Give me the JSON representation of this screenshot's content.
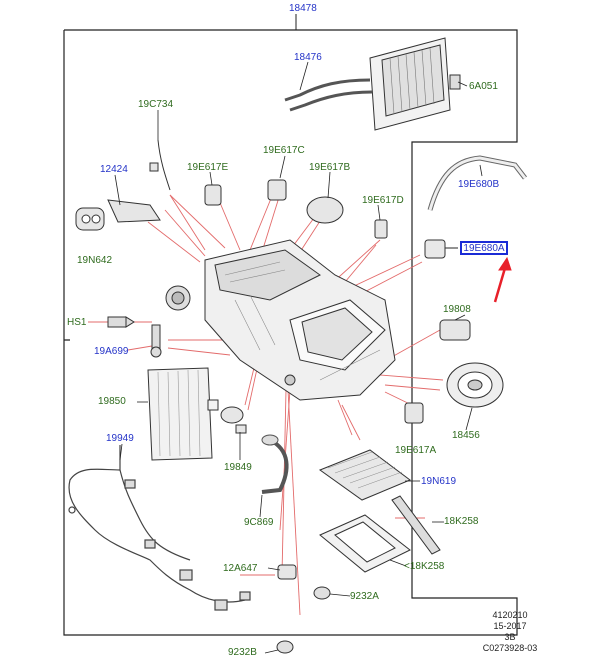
{
  "labels": {
    "assembly": "18478",
    "heater_core": "18476",
    "heater_seal": "6A051",
    "connector_wire": "19C734",
    "temp_sensor": "12424",
    "cover": "19N642",
    "actuator_e": "19E617E",
    "actuator_c": "19E617C",
    "actuator_b": "19E617B",
    "actuator_d": "19E617D",
    "hose_b": "19E680B",
    "hose_a": "19E680A",
    "screw_hs1": "HS1",
    "resistor": "19808",
    "screw_a699": "19A699",
    "evaporator": "19850",
    "harness": "19949",
    "valve_19849": "19849",
    "drain_tube": "9C869",
    "actuator_a": "19E617A",
    "blower": "18456",
    "filter": "19N619",
    "filter_seal": "18K258",
    "filter_seal_arrow": "<18K258",
    "sensor_12a647": "12A647",
    "grommet_a": "9232A",
    "grommet_b": "9232B"
  },
  "meta": {
    "line1": "4120210",
    "line2": "15-2017",
    "line3": "3B",
    "line4": "C0273928-03"
  },
  "colors": {
    "blue_label": "#2433c8",
    "green_label": "#2f6b1e",
    "leader": "#e36b6b",
    "highlight": "#1a2bd6",
    "arrow": "#e8202a"
  }
}
